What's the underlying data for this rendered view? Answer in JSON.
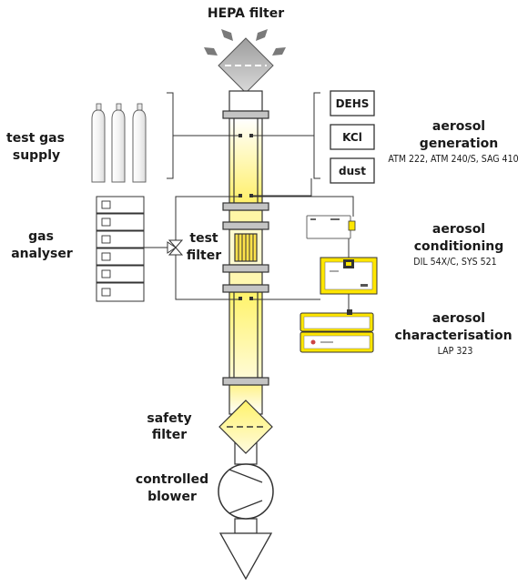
{
  "labels": {
    "hepa": "HEPA filter",
    "test_gas_1": "test gas",
    "test_gas_2": "supply",
    "gas_analyser_1": "gas",
    "gas_analyser_2": "analyser",
    "test_filter_1": "test",
    "test_filter_2": "filter",
    "safety_1": "safety",
    "safety_2": "filter",
    "blower_1": "controlled",
    "blower_2": "blower",
    "generation_1": "aerosol",
    "generation_2": "generation",
    "generation_sub": "ATM 222, ATM 240/S, SAG 410",
    "conditioning_1": "aerosol",
    "conditioning_2": "conditioning",
    "conditioning_sub": "DIL 54X/C, SYS 521",
    "characterisation_1": "aerosol",
    "characterisation_2": "characterisation",
    "characterisation_sub": "LAP 323"
  },
  "aerosol_boxes": [
    "DEHS",
    "KCl",
    "dust"
  ],
  "colors": {
    "duct_yellow": "#fff07a",
    "device_yellow": "#ffe600",
    "line": "#333333",
    "flange": "#bfbfbf",
    "hepa_gray": "#b5b5b5"
  }
}
